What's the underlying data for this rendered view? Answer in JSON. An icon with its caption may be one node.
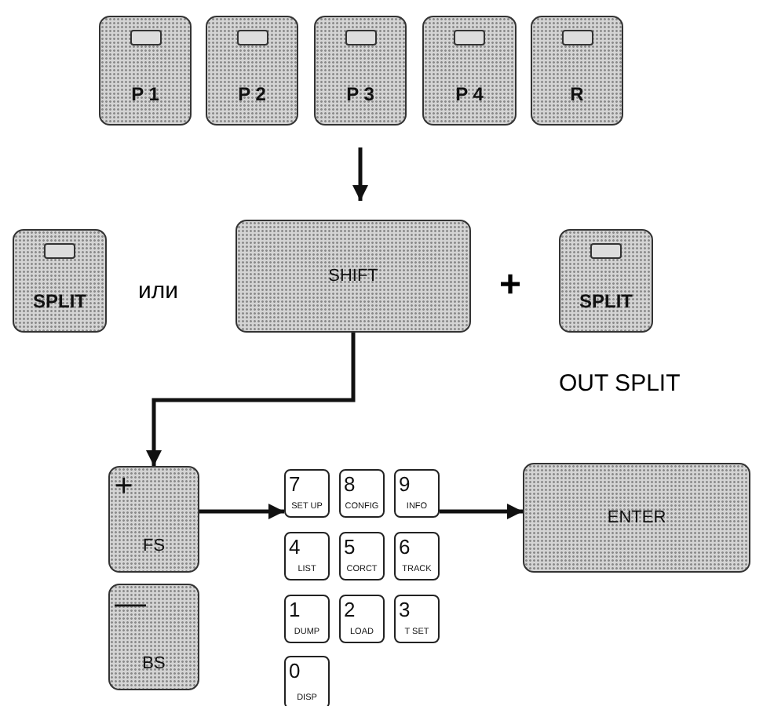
{
  "diagram": {
    "nodes": [
      {
        "text": [
          "P 1"
        ]
      },
      {
        "text": [
          "P 2"
        ]
      },
      {
        "text": [
          "P 3"
        ]
      },
      {
        "text": [
          "P 4"
        ]
      },
      {
        "text": [
          "R"
        ]
      },
      {
        "text": [
          "SPLIT"
        ]
      },
      {
        "text": [
          "SHIFT"
        ]
      },
      {
        "text": [
          "SPLIT"
        ]
      },
      {
        "text": [
          "+",
          "FS"
        ]
      },
      {
        "text": [
          "—",
          "BS"
        ]
      },
      {
        "text": [
          "7",
          "SET UP"
        ]
      },
      {
        "text": [
          "8",
          "CONFIG"
        ]
      },
      {
        "text": [
          "9",
          "INFO"
        ]
      },
      {
        "text": [
          "4",
          "LIST"
        ]
      },
      {
        "text": [
          "5",
          "CORCT"
        ]
      },
      {
        "text": [
          "6",
          "TRACK"
        ]
      },
      {
        "text": [
          "1",
          "DUMP"
        ]
      },
      {
        "text": [
          "2",
          "LOAD"
        ]
      },
      {
        "text": [
          "3",
          "T SET"
        ]
      },
      {
        "text": [
          "0",
          "DISP"
        ]
      },
      {
        "text": [
          "ENTER"
        ]
      }
    ],
    "edges": [
      {
        "from": 2,
        "to": 6,
        "arrow": "to"
      },
      {
        "from": 6,
        "to": 8,
        "arrow": "to"
      },
      {
        "from": 8,
        "to": 10,
        "arrow": "to"
      },
      {
        "from": 12,
        "to": 20,
        "arrow": "to"
      }
    ],
    "labels": [
      "или",
      "+",
      "OUT SPLIT"
    ]
  }
}
